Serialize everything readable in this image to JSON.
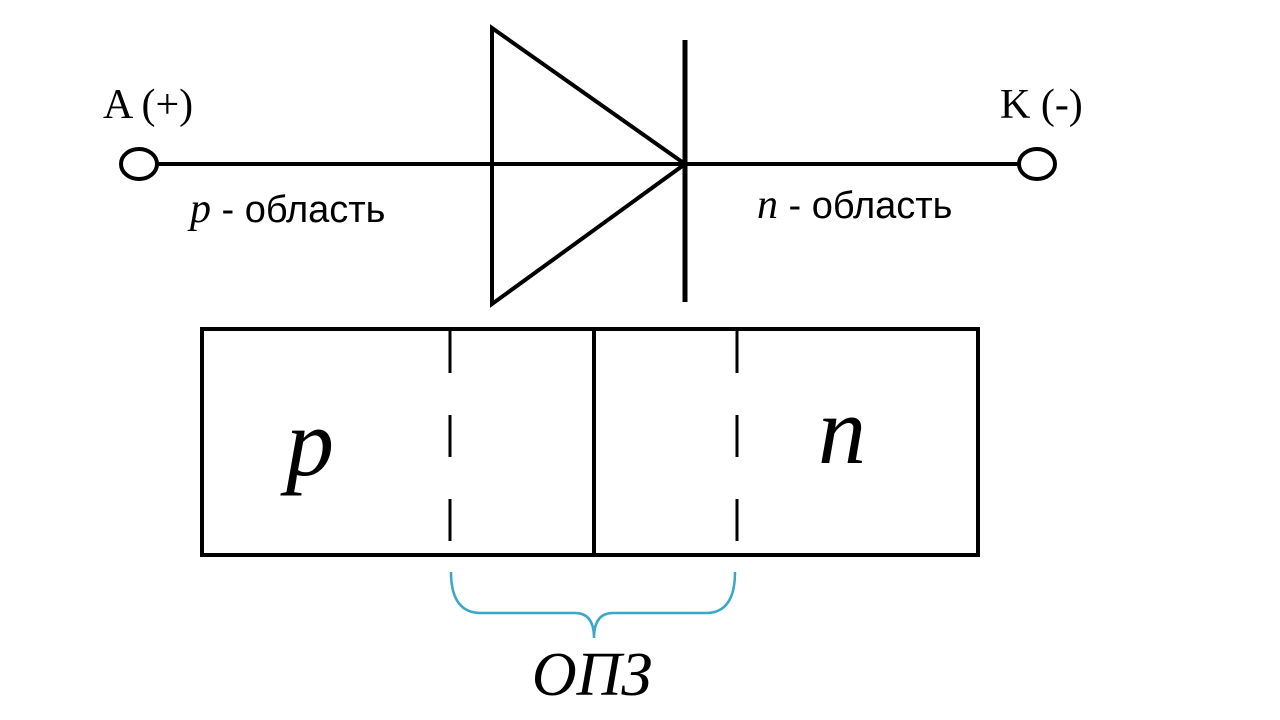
{
  "terminals": {
    "anode_label": "A (+)",
    "cathode_label": "K (-)"
  },
  "region_labels": {
    "p_letter": "p",
    "p_suffix": " - область",
    "n_letter": "n",
    "n_suffix": " - область"
  },
  "structure": {
    "p_label": "p",
    "n_label": "n"
  },
  "depletion": {
    "label": "ОПЗ",
    "label_color": "#e0202a",
    "brace_color": "#3aa6c8"
  }
}
